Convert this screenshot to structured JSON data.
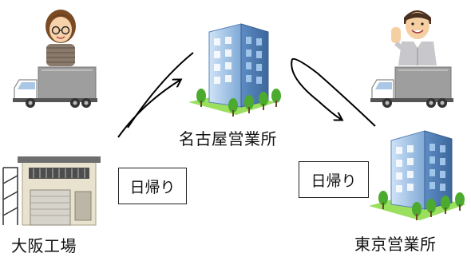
{
  "labels": {
    "nagoya": "名古屋営業所",
    "tokyo": "東京営業所",
    "osaka": "大阪工場"
  },
  "day_trip_tags": [
    "日帰り",
    "日帰り"
  ],
  "colors": {
    "building_blue": "#7fb0e0",
    "building_dark": "#3f6fa8",
    "grass": "#8fd14f",
    "tree": "#4caa2e",
    "truck_body": "#9a9a9a",
    "truck_cab": "#ffffff",
    "arrow": "#000000"
  }
}
